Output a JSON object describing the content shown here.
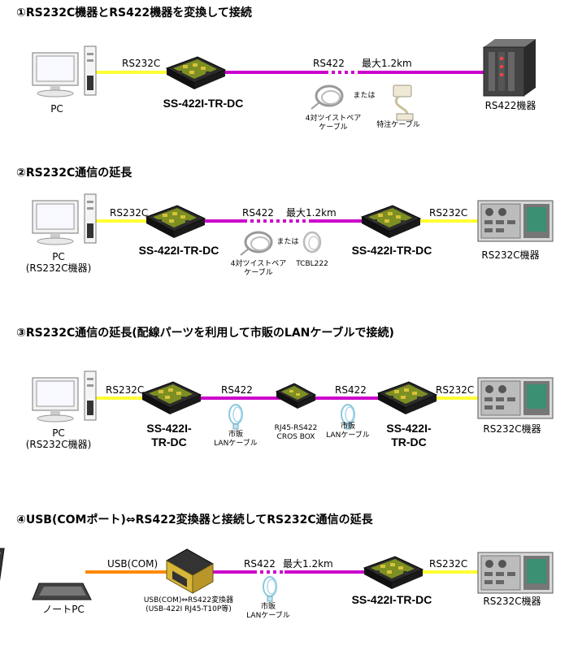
{
  "sections": [
    {
      "title": "①RS232C機器とRS422機器を変換して接続",
      "pc_label": "PC",
      "rs232c_label": "RS232C",
      "device_model": "SS-422I-TR-DC",
      "rs422_label": "RS422",
      "distance_label": "最大1.2km",
      "cable1_label_line1": "4対ツイストペア",
      "cable1_label_line2": "ケーブル",
      "or_label": "または",
      "cable2_label": "特注ケーブル",
      "end_device_label": "RS422機器"
    },
    {
      "title": "②RS232C通信の延長",
      "pc_label_line1": "PC",
      "pc_label_line2": "(RS232C機器)",
      "rs232c_left_label": "RS232C",
      "device_left_model": "SS-422I-TR-DC",
      "rs422_label": "RS422",
      "distance_label": "最大1.2km",
      "cable1_label_line1": "4対ツイストペア",
      "cable1_label_line2": "ケーブル",
      "or_label": "または",
      "cable2_label": "TCBL222",
      "device_right_model": "SS-422I-TR-DC",
      "rs232c_right_label": "RS232C",
      "end_device_label": "RS232C機器"
    },
    {
      "title": "③RS232C通信の延長(配線パーツを利用して市販のLANケーブルで接続)",
      "pc_label_line1": "PC",
      "pc_label_line2": "(RS232C機器)",
      "rs232c_left_label": "RS232C",
      "device_left_model_line1": "SS-422I-",
      "device_left_model_line2": "TR-DC",
      "rs422_left_label": "RS422",
      "lan_left_line1": "市販",
      "lan_left_line2": "LANケーブル",
      "box_line1": "RJ45-RS422",
      "box_line2": "CROS BOX",
      "rs422_right_label": "RS422",
      "lan_right_line1": "市販",
      "lan_right_line2": "LANケーブル",
      "device_right_model_line1": "SS-422I-",
      "device_right_model_line2": "TR-DC",
      "rs232c_right_label": "RS232C",
      "end_device_label": "RS232C機器"
    },
    {
      "title": "④USB(COMポート)⇔RS422変換器と接続してRS232C通信の延長",
      "pc_label": "ノートPC",
      "usb_label": "USB(COM)",
      "converter_line1": "USB(COM)⇔RS422変換器",
      "converter_line2": "(USB-422I RJ45-T10P等)",
      "rs422_label": "RS422",
      "distance_label": "最大1.2km",
      "lan_line1": "市販",
      "lan_line2": "LANケーブル",
      "device_model": "SS-422I-TR-DC",
      "rs232c_label": "RS232C",
      "end_device_label": "RS232C機器"
    }
  ],
  "colors": {
    "rs232c_line": "#ffff33",
    "rs422_line": "#cc00cc",
    "usb_line": "#ff8800",
    "device_body": "#222222",
    "device_board": "#8a9a2a"
  },
  "icons": [
    "desktop-pc-icon",
    "laptop-icon",
    "converter-device-icon",
    "twisted-pair-cable-icon",
    "custom-cable-icon",
    "lan-cable-icon",
    "rs422-equipment-icon",
    "rs232c-equipment-icon",
    "cros-box-icon",
    "usb-converter-icon"
  ]
}
